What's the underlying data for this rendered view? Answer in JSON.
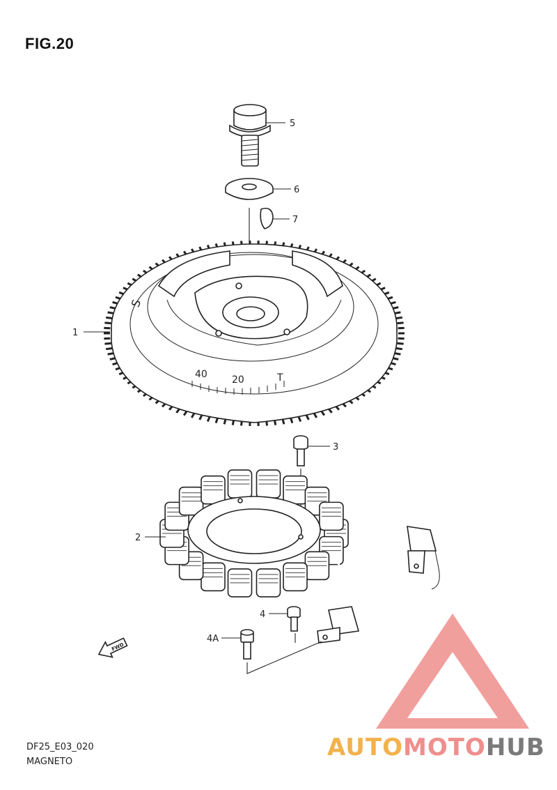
{
  "figure": {
    "title": "FIG.20",
    "code": "DF25_E03_020",
    "name": "MAGNETO"
  },
  "callouts": [
    {
      "id": "5",
      "label": "5"
    },
    {
      "id": "6",
      "label": "6"
    },
    {
      "id": "7",
      "label": "7"
    },
    {
      "id": "1",
      "label": "1"
    },
    {
      "id": "3",
      "label": "3"
    },
    {
      "id": "2",
      "label": "2"
    },
    {
      "id": "4",
      "label": "4"
    },
    {
      "id": "4A",
      "label": "4A"
    }
  ],
  "flywheel_marks": {
    "mark_40": "40",
    "mark_20": "20",
    "mark_t": "T",
    "mark_s": "S"
  },
  "fwd_arrow": {
    "label": "FWD"
  },
  "watermark": {
    "part1": "AUTO",
    "part2": "MOTO",
    "part3": "HUB",
    "colors": {
      "auto": "#f2b24c",
      "moto": "#ef8f8d",
      "hub": "#7a7a7a",
      "logo": "#ef8f8d"
    }
  }
}
